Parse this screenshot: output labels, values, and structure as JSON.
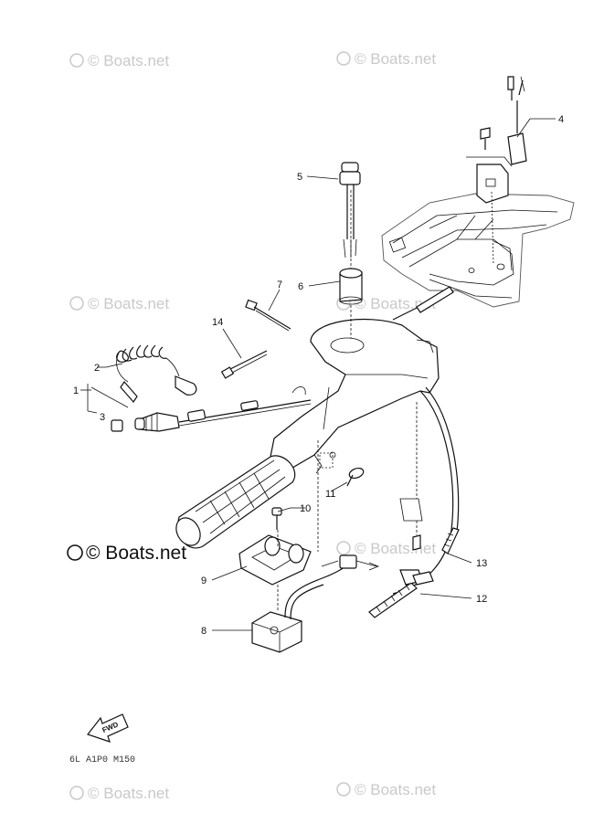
{
  "watermarks": {
    "light": "© Boats.net",
    "dark": "© Boats.net"
  },
  "callouts": {
    "c1": "1",
    "c2": "2",
    "c3": "3",
    "c4": "4",
    "c5": "5",
    "c6": "6",
    "c7": "7",
    "c8": "8",
    "c9": "9",
    "c10": "10",
    "c11": "11",
    "c12": "12",
    "c13": "13",
    "c14": "14"
  },
  "fwd_label": "FWD",
  "drawing_code": "6L A1P0 M150"
}
